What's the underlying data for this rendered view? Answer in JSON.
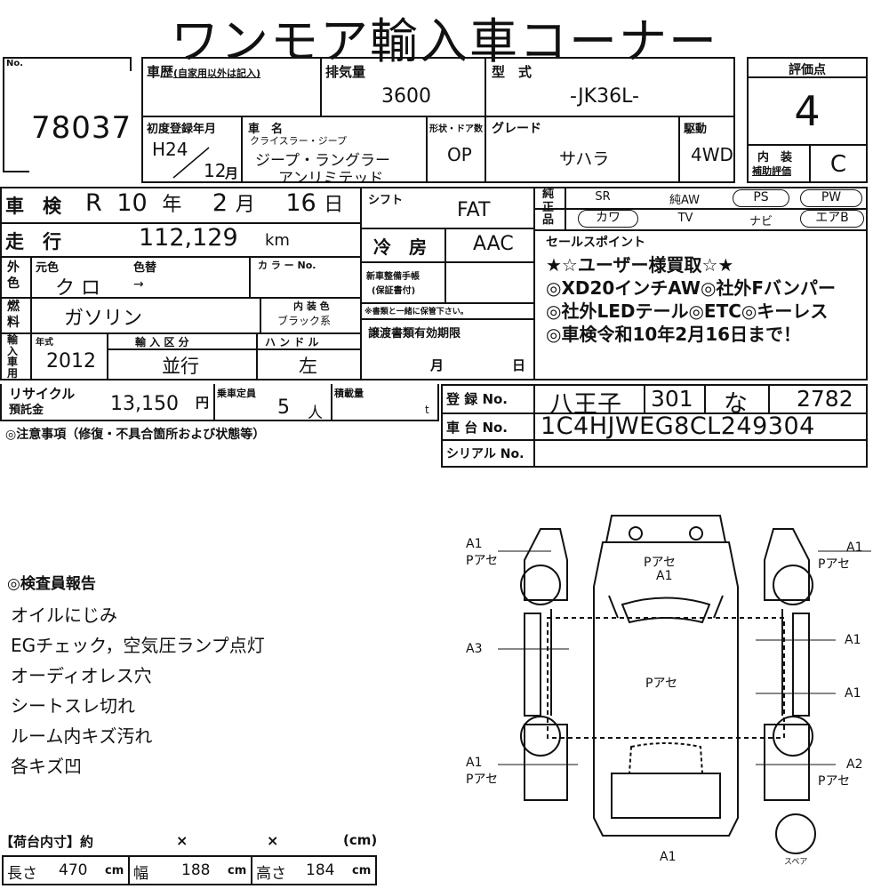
{
  "title": "ワンモア輸入車コーナー",
  "no": {
    "label": "No.",
    "value": "78037"
  },
  "history": {
    "label": "車歴",
    "sub": "(自家用以外は記入)",
    "value": ""
  },
  "displacement": {
    "label": "排気量",
    "value": "3600"
  },
  "model": {
    "label": "型　式",
    "value": "-JK36L-"
  },
  "score": {
    "label": "評価点",
    "value": "4",
    "interior_label_1": "内　装",
    "interior_label_2": "補助評価",
    "interior_value": "C"
  },
  "first_reg": {
    "label": "初度登録年月",
    "year": "H24",
    "month": "12",
    "month_unit": "月"
  },
  "car_name": {
    "label": "車　名",
    "maker": "クライスラー・ジープ",
    "name_1": "ジープ・ラングラー",
    "name_2": "アンリミテッド"
  },
  "body": {
    "label": "形状・ドア数",
    "value": "OP"
  },
  "grade": {
    "label": "グレード",
    "value": "サハラ"
  },
  "drive": {
    "label": "駆動",
    "value": "4WD"
  },
  "inspection": {
    "label": "車　検",
    "era": "R",
    "year": "10",
    "year_unit": "年",
    "month": "2",
    "month_unit": "月",
    "day": "16",
    "day_unit": "日"
  },
  "shift": {
    "label": "シフト",
    "value": "FAT"
  },
  "genuine": {
    "label": "純正品",
    "items": [
      "SR",
      "純AW",
      "PS",
      "PW",
      "カワ",
      "TV",
      "ナビ",
      "エアB"
    ]
  },
  "mileage": {
    "label": "走　行",
    "value": "112,129",
    "unit": "km"
  },
  "aircon": {
    "label": "冷　房",
    "value": "AAC"
  },
  "sales": {
    "label": "セールスポイント",
    "lines": [
      "★☆ユーザー様買取☆★",
      "◎XD20インチAW◎社外Fバンパー",
      "◎社外LEDテール◎ETC◎キーレス",
      "◎車検令和10年2月16日まで！"
    ]
  },
  "color": {
    "label": "外色",
    "orig_label": "元色",
    "change_label": "色替",
    "value": "ク ロ",
    "arrow": "→",
    "code_label": "カ ラ ー No."
  },
  "maintenance": {
    "label_1": "新車整備手帳",
    "label_2": "(保証書付)",
    "note": "※書類と一緒に保管下さい。"
  },
  "fuel": {
    "label": "燃料",
    "value": "ガソリン",
    "interior_color_label": "内 装 色",
    "interior_color": "ブラック系"
  },
  "transfer": {
    "label": "譲渡書類有効期限",
    "month_unit": "月",
    "day_unit": "日"
  },
  "import": {
    "label": "輸入車用",
    "year_label": "年式",
    "year": "2012",
    "type_label": "輸 入 区 分",
    "type": "並行",
    "handle_label": "ハ ン ド ル",
    "handle": "左"
  },
  "recycle": {
    "label_1": "リサイクル",
    "label_2": "預託金",
    "value": "13,150",
    "unit": "円"
  },
  "capacity": {
    "label": "乗車定員",
    "value": "5",
    "unit": "人"
  },
  "load": {
    "label": "積載量",
    "unit": "t"
  },
  "registration": {
    "label": "登 録 No.",
    "area": "八王子",
    "class": "301",
    "kana": "な",
    "number": "2782"
  },
  "vin": {
    "label": "車 台 No.",
    "value": "1C4HJWEG8CL249304"
  },
  "serial": {
    "label": "シリアル No.",
    "value": ""
  },
  "notes_label": "◎注意事項（修復・不具合箇所および状態等）",
  "report": {
    "title": "◎検査員報告",
    "lines": [
      "オイルにじみ",
      "EGチェック，空気圧ランプ点灯",
      "オーディオレス穴",
      "シートスレ切れ",
      "ルーム内キズ汚れ",
      "各キズ凹"
    ]
  },
  "cargo": {
    "title": "【荷台内寸】約",
    "x1": "×",
    "x2": "×",
    "unit": "(cm)",
    "length_label": "長さ",
    "length": "470",
    "width_label": "幅",
    "width": "188",
    "height_label": "高さ",
    "height": "184",
    "cm": "cm"
  },
  "diagram": {
    "fl": [
      "A1",
      "Pアセ"
    ],
    "fr": [
      "A1",
      "Pアセ"
    ],
    "hood": [
      "Pアセ",
      "A1"
    ],
    "left_mid": "A3",
    "right_mid_1": "A1",
    "right_mid_2": "A1",
    "roof": "Pアセ",
    "rl": [
      "A1",
      "Pアセ"
    ],
    "rr": [
      "A2",
      "Pアセ"
    ],
    "rear": "A1",
    "spare": "スペア"
  }
}
